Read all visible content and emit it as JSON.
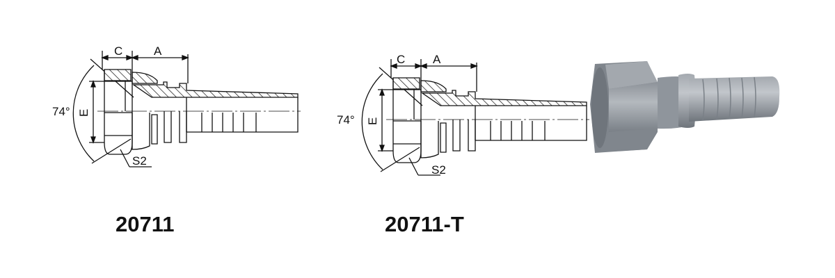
{
  "drawings": [
    {
      "dim_c": "C",
      "dim_a": "A",
      "dim_e": "E",
      "angle": "74°",
      "hex_size": "S2",
      "part_number": "20711"
    },
    {
      "dim_c": "C",
      "dim_a": "A",
      "dim_e": "E",
      "angle": "74°",
      "hex_size": "S2",
      "part_number": "20711-T"
    }
  ],
  "photo": {
    "subject": "fitting-render"
  },
  "colors": {
    "line": "#111111",
    "metal": "#8e949b",
    "metal_light": "#b7bcc2",
    "metal_dark": "#6d737a"
  }
}
